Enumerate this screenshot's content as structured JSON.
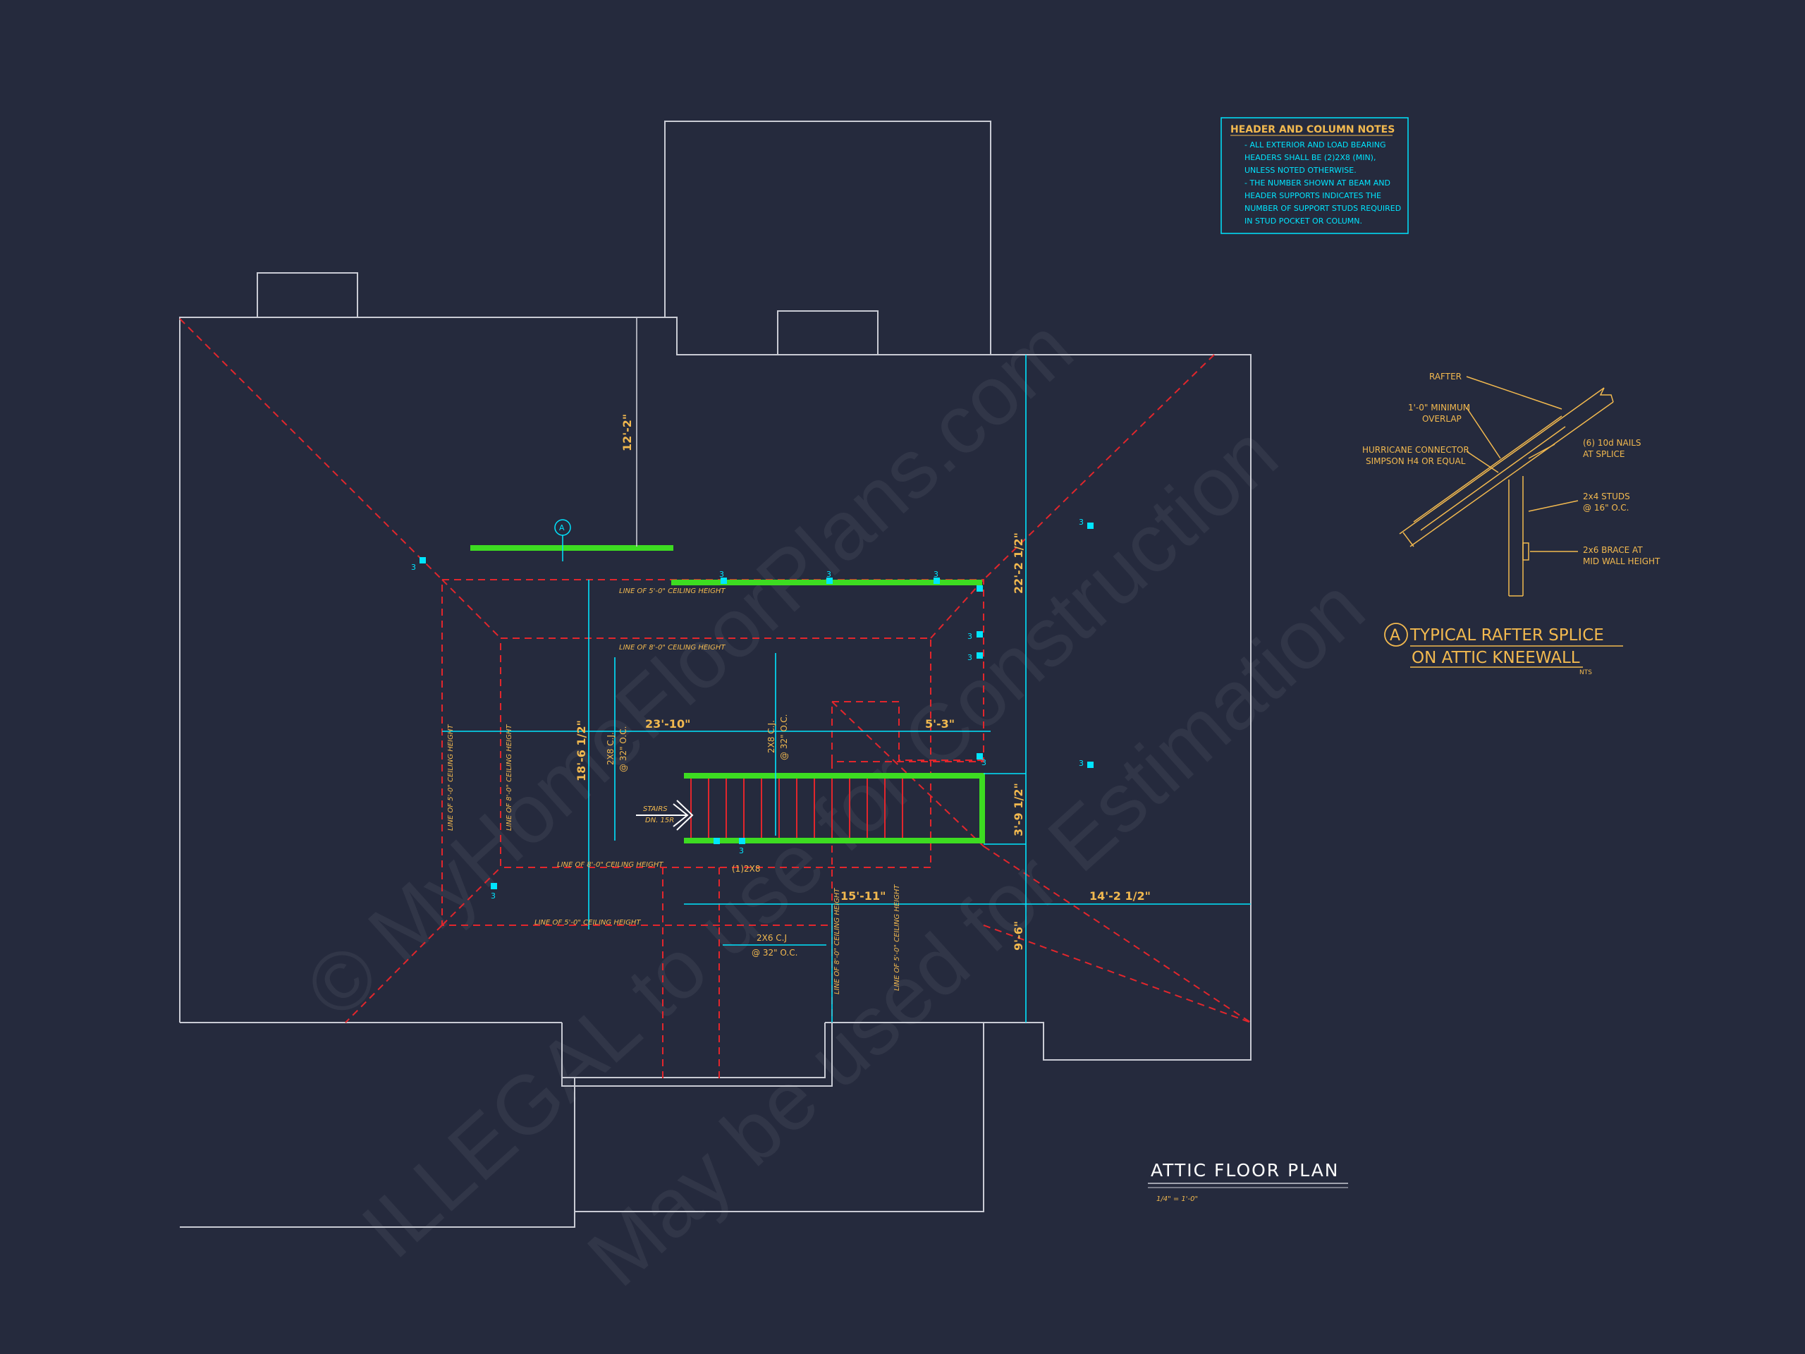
{
  "drawing": {
    "title": "ATTIC FLOOR PLAN",
    "scale": "1/4\" = 1'-0\""
  },
  "notes": {
    "title": "HEADER AND COLUMN NOTES",
    "lines": [
      "- ALL EXTERIOR AND LOAD BEARING",
      "HEADERS SHALL BE (2)2X8 (MIN),",
      "UNLESS NOTED OTHERWISE.",
      "- THE NUMBER SHOWN AT BEAM AND",
      "HEADER SUPPORTS INDICATES THE",
      "NUMBER OF SUPPORT STUDS REQUIRED",
      "IN STUD POCKET OR COLUMN."
    ]
  },
  "detail": {
    "tag": "A",
    "title_line1": "TYPICAL RAFTER SPLICE",
    "title_line2": "ON ATTIC KNEEWALL",
    "nts": "NTS",
    "labels": {
      "rafter": "RAFTER",
      "overlap1": "1'-0\" MINIMUM",
      "overlap2": "OVERLAP",
      "hurricane1": "HURRICANE CONNECTOR",
      "hurricane2": "SIMPSON H4 OR EQUAL",
      "nails1": "(6) 10d NAILS",
      "nails2": "AT SPLICE",
      "studs1": "2x4 STUDS",
      "studs2": "@ 16\" O.C.",
      "brace1": "2x6 BRACE AT",
      "brace2": "MID WALL HEIGHT"
    }
  },
  "dimensions": {
    "d_12_2": "12'-2\"",
    "d_22_2": "22'-2 1/2\"",
    "d_23_10": "23'-10\"",
    "d_5_3": "5'-3\"",
    "d_18_6": "18'-6 1/2\"",
    "d_3_9": "3'-9 1/2\"",
    "d_15_11": "15'-11\"",
    "d_14_2": "14'-2 1/2\"",
    "d_9_6": "9'-6\""
  },
  "labels": {
    "ceil5_top": "LINE OF 5'-0\" CEILING HEIGHT",
    "ceil8_top": "LINE OF 8'-0\" CEILING HEIGHT",
    "ceil8_bot": "LINE OF 8'-0\" CEILING HEIGHT",
    "ceil5_bot": "LINE OF 5'-0\" CEILING HEIGHT",
    "ceil5_left": "LINE OF 5'-0\" CEILING HEIGHT",
    "ceil8_left": "LINE OF 8'-0\" CEILING HEIGHT",
    "ceil8_right": "LINE OF 8'-0\" CEILING HEIGHT",
    "ceil5_right": "LINE OF 5'-0\" CEILING HEIGHT",
    "cj_left_1": "2X8 C.J.",
    "cj_left_2": "@ 32\" O.C.",
    "cj_mid_1": "2X8 C.J.",
    "cj_mid_2": "@ 32\" O.C.",
    "cj_bot_1": "2X6 C.J",
    "cj_bot_2": "@ 32\" O.C.",
    "stairs_1": "STAIRS",
    "stairs_2": "DN. 15R",
    "header": "(1)2X8",
    "tag_a": "A",
    "stud": "3"
  },
  "watermarks": {
    "w1": "© MyHomeFloorPlans.com",
    "w2": "ILLEGAL to use for Construction",
    "w3": "May be used for Estimation"
  },
  "colors": {
    "background": "#252a3d",
    "walls": "#c9cbd4",
    "hip_lines": "#e2262c",
    "dimension": "#00e5ff",
    "beam": "#3ddc21",
    "text": "#f2b94f"
  }
}
